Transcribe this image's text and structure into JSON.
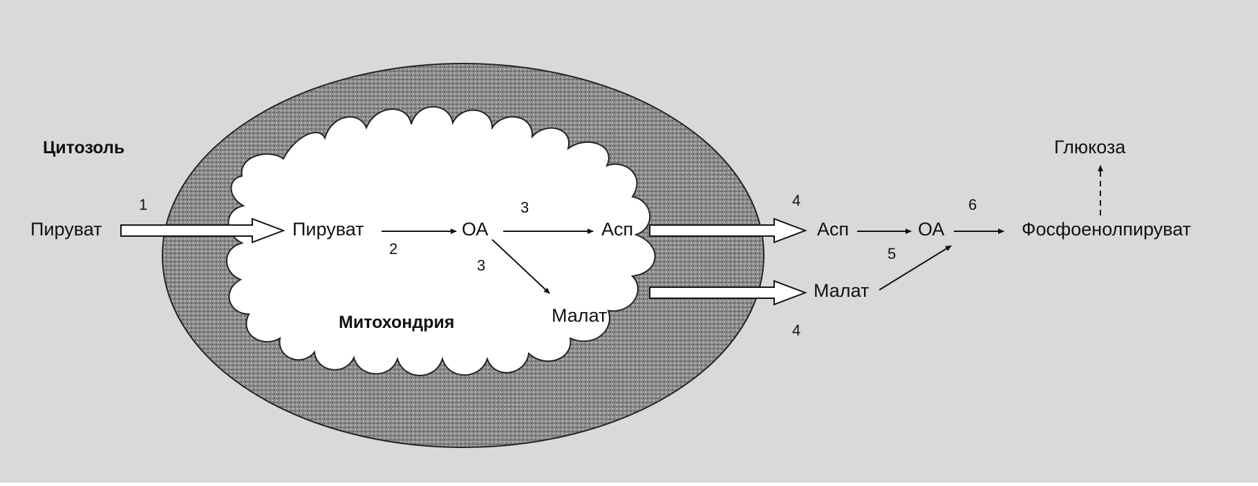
{
  "colors": {
    "background": "#d9d9d9",
    "membrane": "#8f8f8f",
    "matrix": "#ffffff",
    "ink": "#111111"
  },
  "labels": {
    "cytosol": "Цитозоль",
    "mitochondrion": "Митохондрия",
    "pyruvate_cytosol": "Пируват",
    "pyruvate_matrix": "Пируват",
    "oa_matrix": "ОА",
    "asp_matrix": "Асп",
    "malate_matrix": "Малат",
    "asp_cytosol": "Асп",
    "malate_cytosol": "Малат",
    "oa_cytosol": "ОА",
    "pep": "Фосфоенолпируват",
    "glucose": "Глюкоза"
  },
  "steps": {
    "transport_pyruvate": "1",
    "pyruvate_to_oa": "2",
    "oa_to_asp": "3",
    "oa_to_malate": "3",
    "asp_export": "4",
    "malate_export": "4",
    "malate_to_oa": "5",
    "oa_to_pep": "6"
  }
}
